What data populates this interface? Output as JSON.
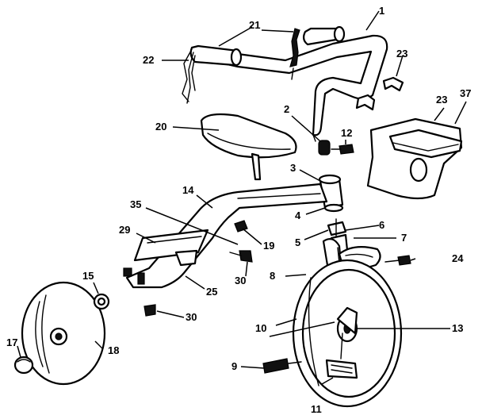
{
  "callouts": {
    "c1": "1",
    "c2": "2",
    "c3": "3",
    "c4": "4",
    "c5": "5",
    "c6": "6",
    "c7": "7",
    "c8": "8",
    "c9": "9",
    "c10": "10",
    "c11": "11",
    "c12": "12",
    "c13": "13",
    "c14": "14",
    "c15": "15",
    "c17": "17",
    "c18": "18",
    "c19": "19",
    "c20": "20",
    "c21": "21",
    "c22": "22",
    "c23a": "23",
    "c23b": "23",
    "c24": "24",
    "c25": "25",
    "c29": "29",
    "c30a": "30",
    "c30b": "30",
    "c35": "35",
    "c37": "37"
  }
}
